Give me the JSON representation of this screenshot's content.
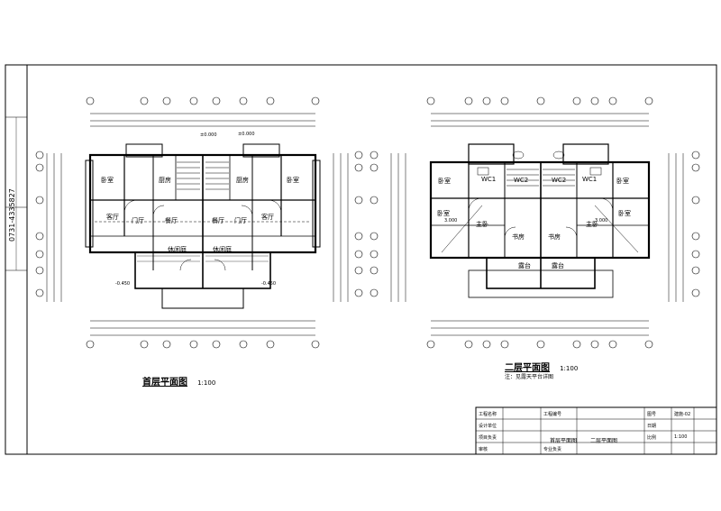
{
  "drawing": {
    "left_plan": {
      "title": "首层平面图",
      "scale": "1:100",
      "room_labels": [
        "卧室",
        "卧室",
        "客厅",
        "门厅",
        "餐厅",
        "餐厅",
        "门厅",
        "客厅",
        "休闲庭",
        "休闲庭",
        "厨房",
        "厨房"
      ],
      "elevations": [
        "±0.000",
        "-0.450",
        "±0.000",
        "-0.450"
      ]
    },
    "right_plan": {
      "title": "二层平面图",
      "scale": "1:100",
      "note": "注：见露天平台详图",
      "room_labels": [
        "卧室",
        "卧室",
        "卧室",
        "卧室",
        "书房",
        "书房",
        "露台",
        "露台",
        "主卧",
        "主卧",
        "WC1",
        "WC2",
        "WC2",
        "WC1"
      ],
      "elevations": [
        "3.000",
        "3.000"
      ]
    },
    "left_margin_text": "0731-4335827",
    "title_block": {
      "row1": [
        "工程名称",
        "",
        "工程编号",
        "",
        "图号",
        "建施-02"
      ],
      "row2": [
        "设计单位",
        "",
        "",
        "",
        "日期",
        ""
      ],
      "row3": [
        "项目负责",
        "",
        "",
        "",
        "比例",
        "1:100"
      ],
      "sheet_titles": [
        "首层平面图",
        "二层平面图"
      ],
      "row4": [
        "审核",
        "",
        "专业负责",
        "",
        "",
        ""
      ]
    },
    "colors": {
      "line": "#000000",
      "paper": "#ffffff"
    }
  }
}
